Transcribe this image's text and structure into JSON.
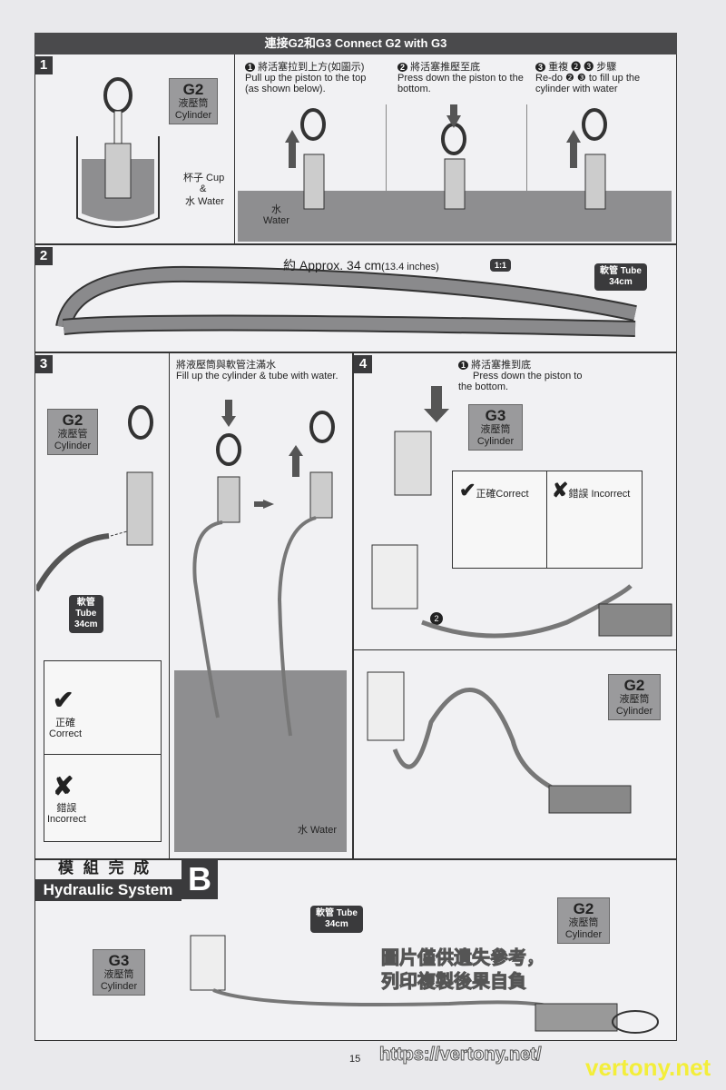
{
  "header": {
    "title": "連接G2和G3  Connect G2 with G3"
  },
  "step1": {
    "number": "1",
    "label": {
      "code": "G2",
      "zh": "液壓筒",
      "en": "Cylinder"
    },
    "cup_label": "杯子 Cup",
    "amp": "&",
    "water_label": "水 Water",
    "substeps": [
      {
        "marker": "1",
        "zh": "將活塞拉到上方(如圖示)",
        "en": "Pull up the piston to the top (as shown below)."
      },
      {
        "marker": "2",
        "zh": "將活塞推壓至底",
        "en": "Press down the piston to the bottom."
      },
      {
        "marker": "3",
        "zh": "重複 ❷ ❸ 步驟",
        "en": "Re-do ❷ ❸ to fill up the cylinder with water"
      }
    ],
    "water_zh": "水",
    "water_en": "Water"
  },
  "step2": {
    "number": "2",
    "length": "約 Approx. 34 cm",
    "length_in": "(13.4 inches)",
    "scale": "1:1",
    "tube_tag": {
      "zh": "軟管 Tube",
      "size": "34cm"
    }
  },
  "step3": {
    "number": "3",
    "label": {
      "code": "G2",
      "zh": "液壓管",
      "en": "Cylinder"
    },
    "tube_tag": {
      "zh": "軟管",
      "en": "Tube",
      "size": "34cm"
    },
    "correct_zh": "正確",
    "correct_en": "Correct",
    "incorrect_zh": "錯誤",
    "incorrect_en": "Incorrect",
    "instruction_zh": "將液壓筒與軟管注滿水",
    "instruction_en": "Fill up the cylinder & tube with water.",
    "water_label": "水 Water"
  },
  "step4": {
    "number": "4",
    "marker": "1",
    "zh": "將活塞推到底",
    "en": "Press down the piston to the bottom.",
    "label_g3": {
      "code": "G3",
      "zh": "液壓筒",
      "en": "Cylinder"
    },
    "correct": "正確Correct",
    "incorrect": "錯誤 Incorrect",
    "marker2": "2",
    "label_g2": {
      "code": "G2",
      "zh": "液壓筒",
      "en": "Cylinder"
    }
  },
  "final": {
    "title_zh": "模 組 完 成",
    "title_en": "Hydraulic System",
    "letter": "B",
    "tube_tag": {
      "zh": "軟管 Tube",
      "size": "34cm"
    },
    "label_g3": {
      "code": "G3",
      "zh": "液壓筒",
      "en": "Cylinder"
    },
    "label_g2": {
      "code": "G2",
      "zh": "液壓筒",
      "en": "Cylinder"
    }
  },
  "page_number": "15",
  "watermark": {
    "url": "https://vertony.net/",
    "line1": "圖片僅供遺失參考，",
    "line2": "列印複製後果自負",
    "site": "vertony.net"
  }
}
